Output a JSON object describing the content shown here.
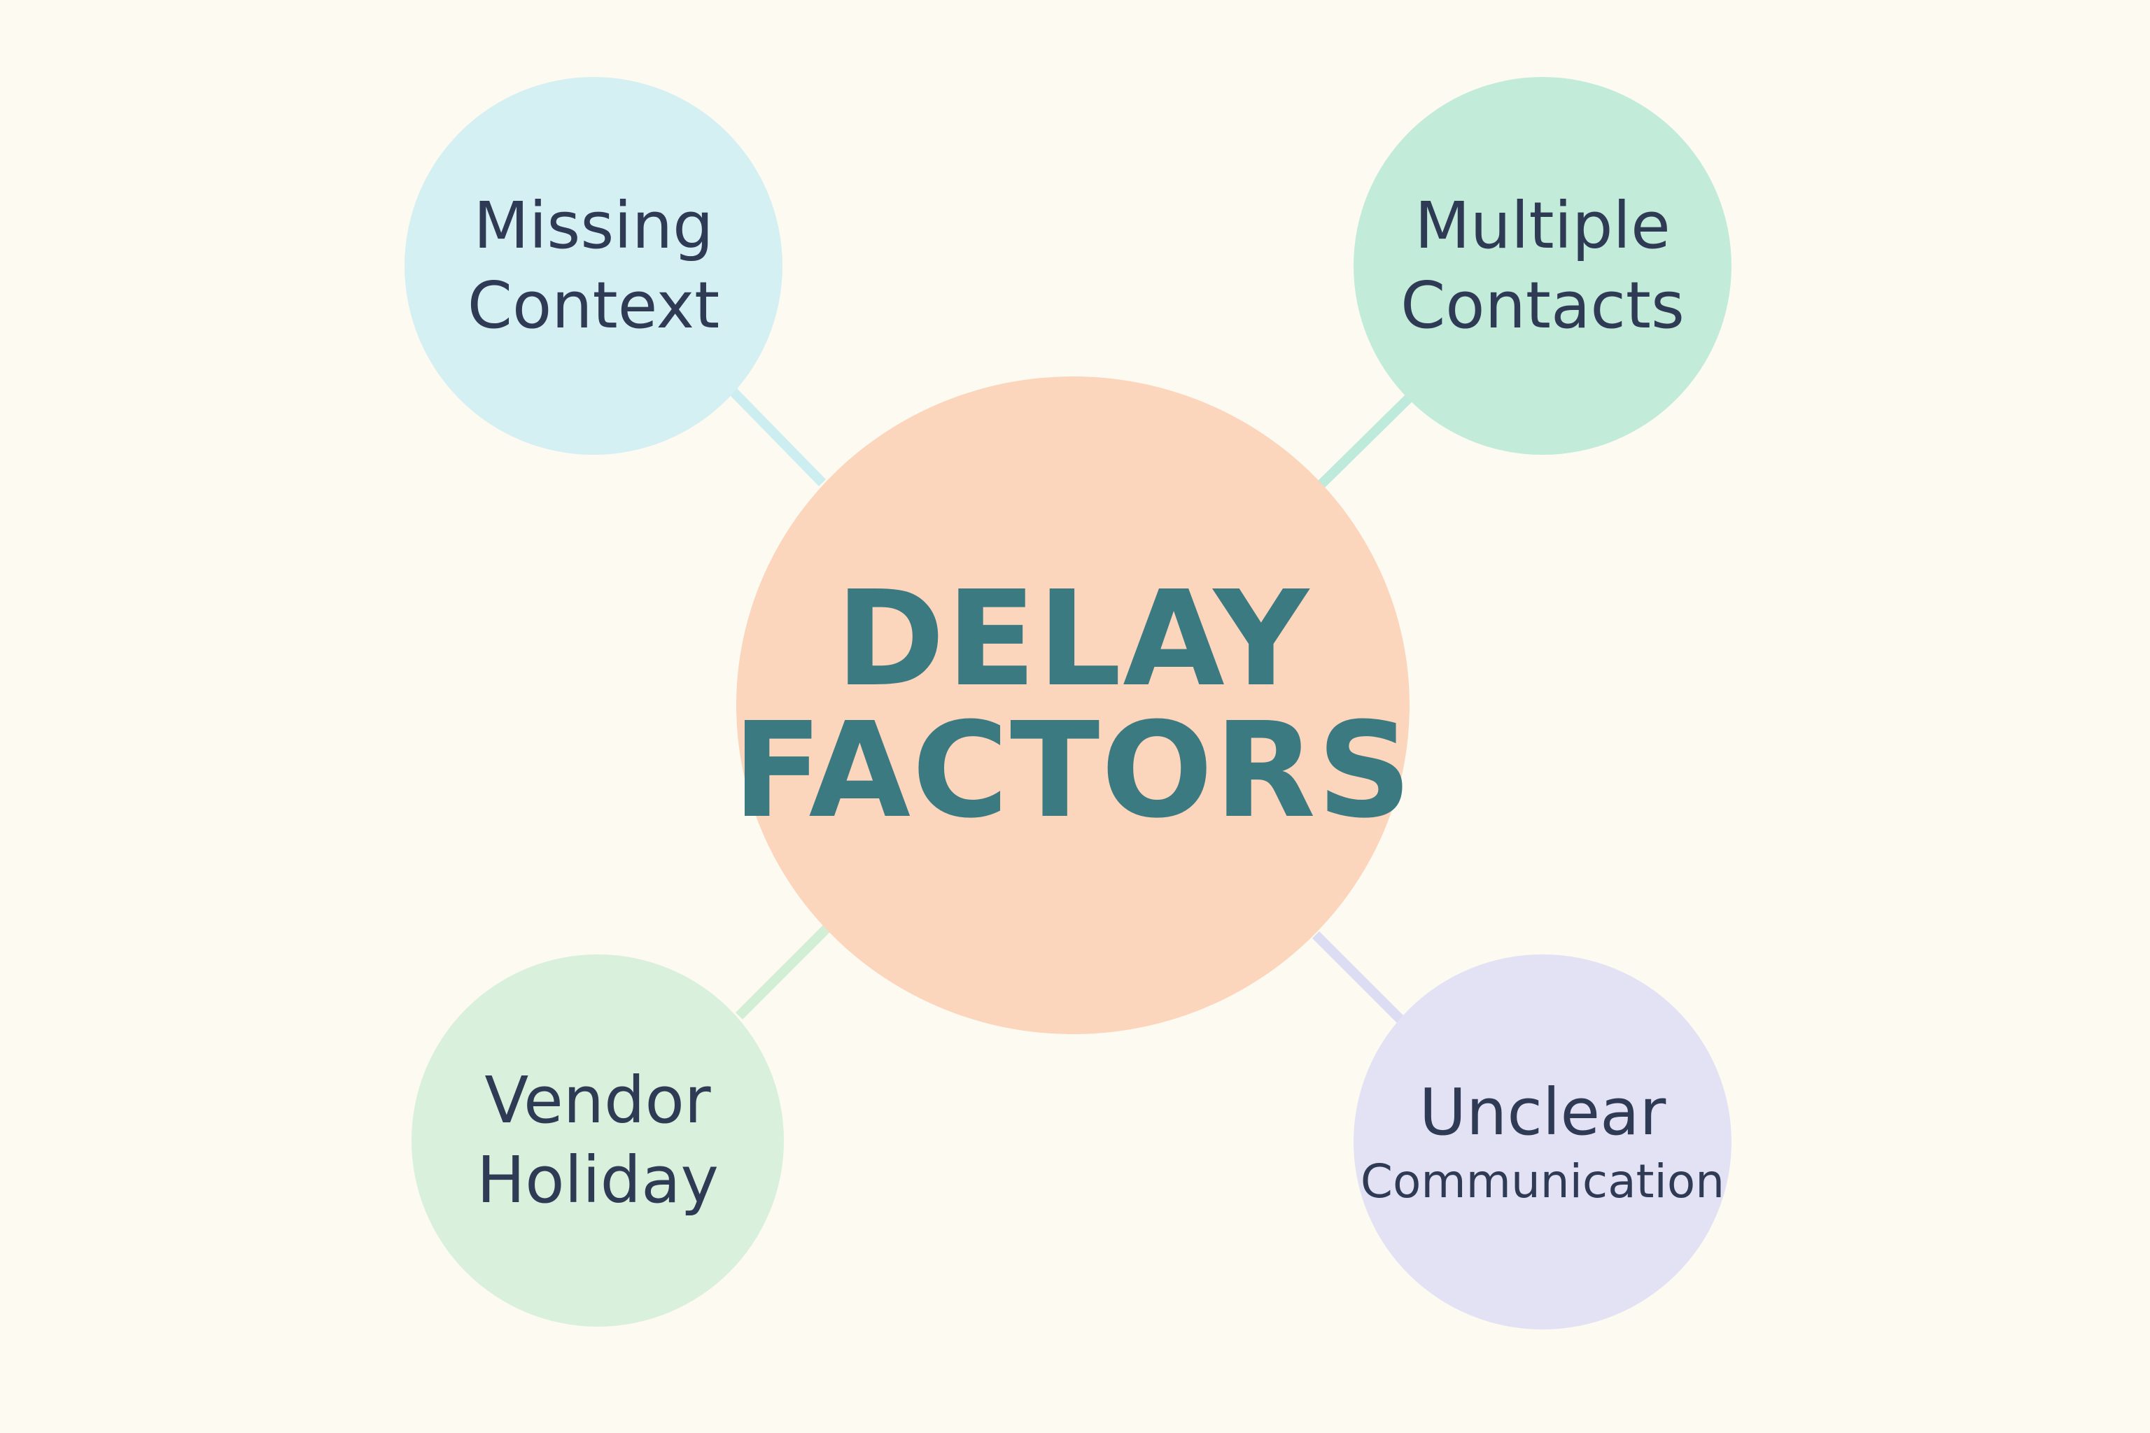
{
  "diagram": {
    "center": {
      "line1": "DELAY",
      "line2": "FACTORS",
      "fill": "#fcd5bd",
      "text_color": "#3c7a82"
    },
    "nodes": {
      "top_left": {
        "line1": "Missing",
        "line2": "Context",
        "fill": "#d4f0f2",
        "connector": "#cdeef0"
      },
      "top_right": {
        "line1": "Multiple",
        "line2": "Contacts",
        "fill": "#c2ecd9",
        "connector": "#bdeadb"
      },
      "bottom_left": {
        "line1": "Vendor",
        "line2": "Holiday",
        "fill": "#d8f0dc",
        "connector": "#d2efd6"
      },
      "bottom_right": {
        "line1": "Unclear",
        "line2": "Communication",
        "fill": "#e3e2f4",
        "connector": "#dcdcf2"
      }
    },
    "text_color": "#2f3a55",
    "background": "#fdfaf1"
  }
}
